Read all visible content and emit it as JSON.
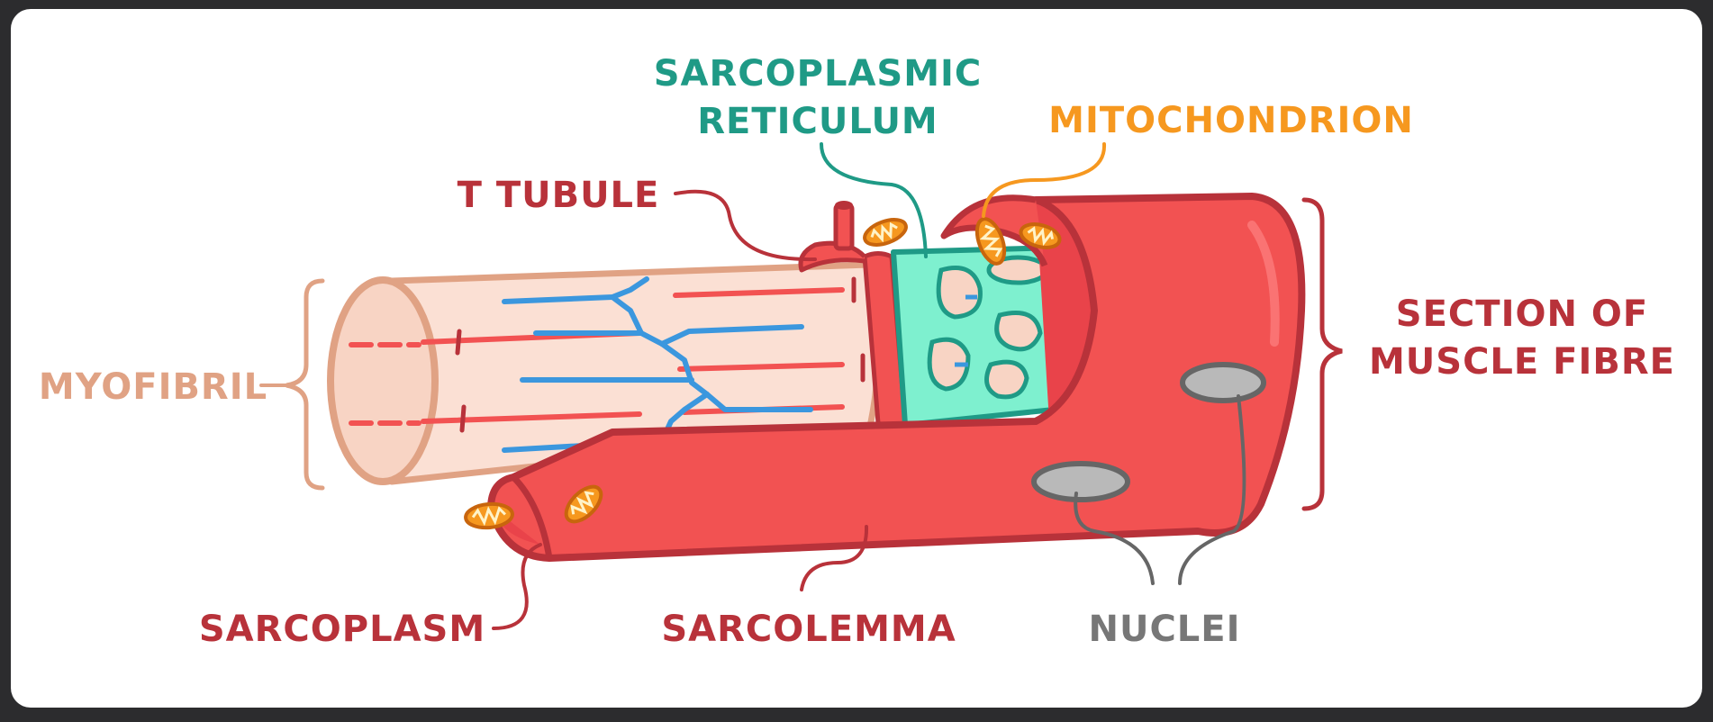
{
  "labels": {
    "sarcoplasmic_reticulum_line1": "SARCOPLASMIC",
    "sarcoplasmic_reticulum_line2": "RETICULUM",
    "mitochondrion": "MITOCHONDRION",
    "t_tubule": "T TUBULE",
    "myofibril": "MYOFIBRIL",
    "section_line1": "SECTION OF",
    "section_line2": "MUSCLE FIBRE",
    "sarcoplasm": "SARCOPLASM",
    "sarcolemma": "SARCOLEMMA",
    "nuclei": "NUCLEI"
  },
  "colors": {
    "background": "#2c2c2e",
    "card": "#ffffff",
    "sarcolemma_red": "#f25252",
    "dark_red": "#b8323a",
    "label_red": "#b8323a",
    "teal": "#1f9a86",
    "reticulum_fill": "#7ef0cf",
    "orange": "#f6981f",
    "myofibril_tan": "#e0a284",
    "myofibril_fill": "#fbe0d4",
    "blue": "#3b97de",
    "grey": "#777777"
  },
  "icons": [
    "mitochondrion-icon",
    "nucleus-icon",
    "brace-icon"
  ]
}
